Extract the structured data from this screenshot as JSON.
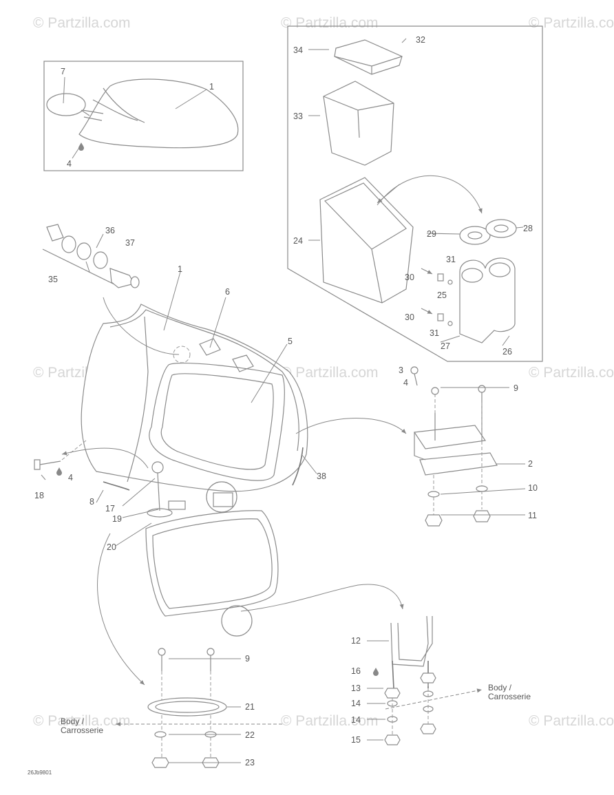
{
  "watermark": "© Partzilla.com",
  "drawing_code": "26Jb9801",
  "notes": {
    "body_right": "Body /\nCarrosserie",
    "body_left": "Body /\nCarrosserie"
  },
  "callouts": {
    "c1a": "1",
    "c1b": "1",
    "c2": "2",
    "c3": "3",
    "c4a": "4",
    "c4b": "4",
    "c4c": "4",
    "c5": "5",
    "c6": "6",
    "c7": "7",
    "c8": "8",
    "c9a": "9",
    "c9b": "9",
    "c10": "10",
    "c11": "11",
    "c12": "12",
    "c13": "13",
    "c14a": "14",
    "c14b": "14",
    "c15": "15",
    "c16": "16",
    "c17": "17",
    "c18": "18",
    "c19": "19",
    "c20": "20",
    "c21": "21",
    "c22": "22",
    "c23": "23",
    "c24": "24",
    "c25": "25",
    "c26": "26",
    "c27": "27",
    "c28": "28",
    "c29": "29",
    "c30a": "30",
    "c30b": "30",
    "c31a": "31",
    "c31b": "31",
    "c32": "32",
    "c33": "33",
    "c34": "34",
    "c35": "35",
    "c36": "36",
    "c37": "37",
    "c38": "38"
  }
}
